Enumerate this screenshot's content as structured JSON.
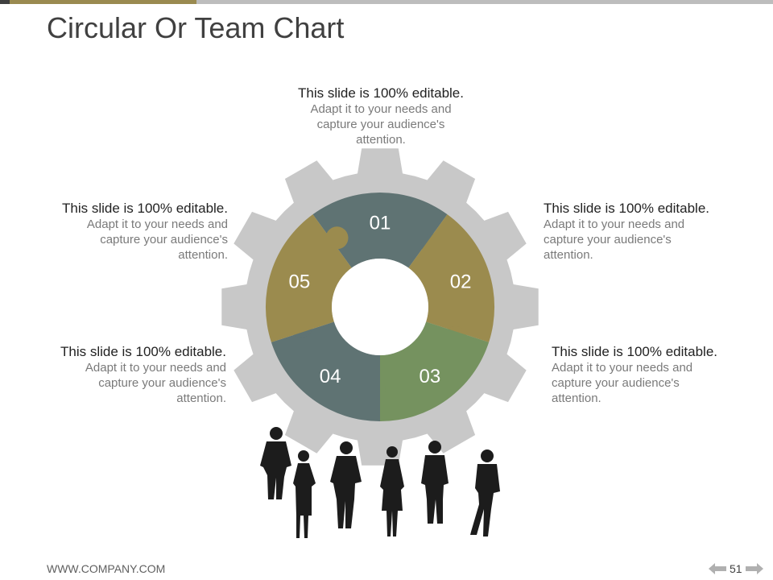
{
  "title": "Circular Or Team Chart",
  "segments": [
    {
      "label": "01",
      "color": "#5f7373"
    },
    {
      "label": "02",
      "color": "#9b8b4e"
    },
    {
      "label": "03",
      "color": "#75925f"
    },
    {
      "label": "04",
      "color": "#5f7373"
    },
    {
      "label": "05",
      "color": "#9b8b4e"
    }
  ],
  "gear_color": "#c8c8c8",
  "callouts": [
    {
      "heading": "This slide is 100% editable.",
      "body": "Adapt it to your needs and capture your audience's attention."
    },
    {
      "heading": "This slide is 100% editable.",
      "body": "Adapt it to your needs and capture your audience's attention."
    },
    {
      "heading": "This slide is 100% editable.",
      "body": "Adapt it to your needs and capture your audience's attention."
    },
    {
      "heading": "This slide is 100% editable.",
      "body": "Adapt it to your needs and capture your audience's attention."
    },
    {
      "heading": "This slide is 100% editable.",
      "body": "Adapt it to your needs and capture your audience's attention."
    }
  ],
  "footer": {
    "url": "WWW.COMPANY.COM",
    "page_number": "51"
  },
  "icons": {
    "team": "business-team-silhouette-icon",
    "prev": "arrow-left-icon",
    "next": "arrow-right-icon"
  }
}
